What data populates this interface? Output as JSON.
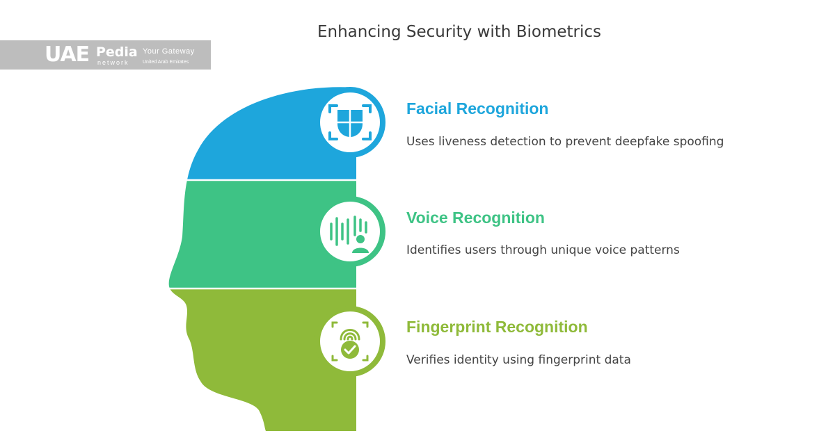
{
  "title": "Enhancing Security with Biometrics",
  "brand": {
    "name_uae": "UAE",
    "name_pedia": "Pedia",
    "tagline": "Your Gateway",
    "network": "network",
    "country": "United Arab Emirates"
  },
  "colors": {
    "facial": "#1ea6dc",
    "voice": "#3ec385",
    "fingerprint": "#8fba3a"
  },
  "items": [
    {
      "title": "Facial Recognition",
      "description": "Uses liveness detection to prevent deepfake spoofing",
      "icon": "face-scan-icon"
    },
    {
      "title": "Voice Recognition",
      "description": "Identifies users through unique voice patterns",
      "icon": "voice-wave-icon"
    },
    {
      "title": "Fingerprint Recognition",
      "description": "Verifies identity using fingerprint data",
      "icon": "fingerprint-check-icon"
    }
  ]
}
